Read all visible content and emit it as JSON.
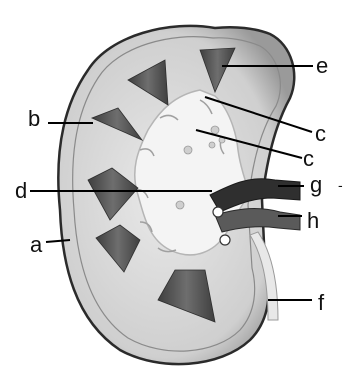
{
  "labels": {
    "a": "a",
    "b": "b",
    "c_upper": "c",
    "c_lower": "c",
    "d": "d",
    "e": "e",
    "f": "f",
    "g": "g",
    "h": "h"
  },
  "stray_mark": "-",
  "colors": {
    "outline": "#2b2b2b",
    "cortex": "#d7d7d7",
    "cortex_dark": "#8a8a8a",
    "medulla": "#e6e6e6",
    "pyramid": "#5a5a5a",
    "pelvis": "#f4f4f4",
    "vessel": "#3a3a3a",
    "leader": "#000000"
  }
}
